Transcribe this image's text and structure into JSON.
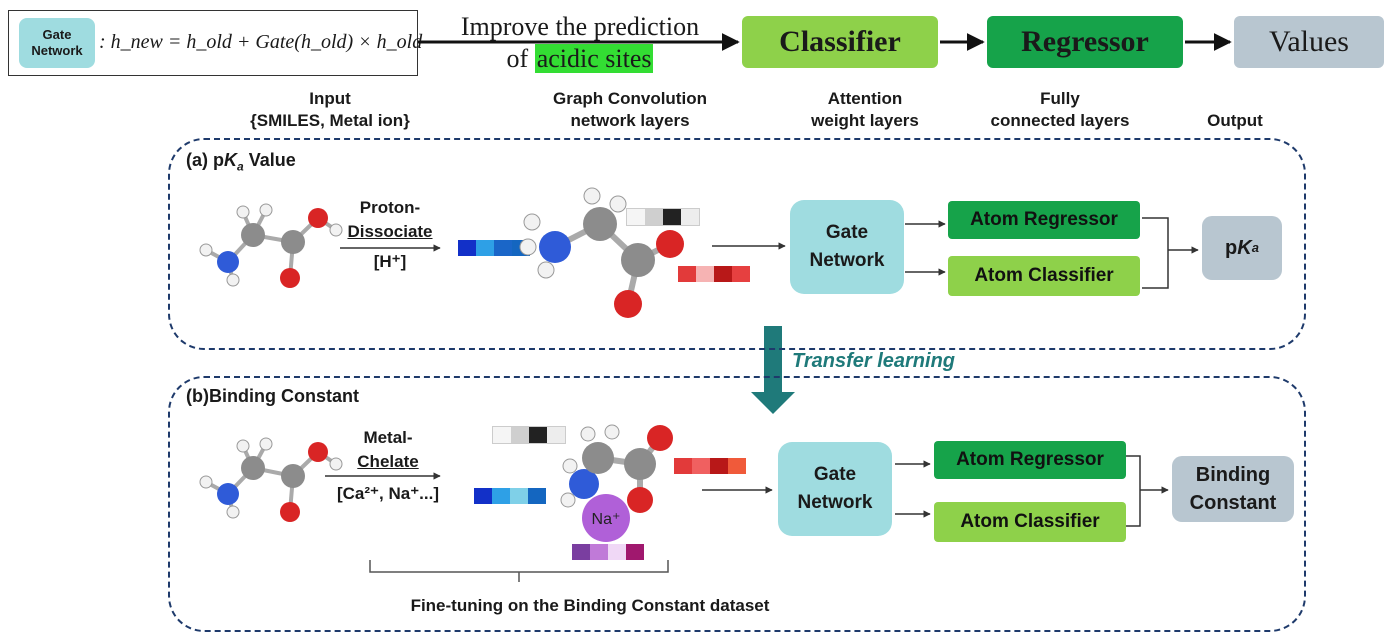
{
  "formula": {
    "gate_label": "Gate Network",
    "equation": ": h_new = h_old + Gate(h_old) × h_old"
  },
  "improve": {
    "line1": "Improve the prediction",
    "line2_prefix": "of",
    "line2_highlight": "acidic sites"
  },
  "top_flow": {
    "classifier": "Classifier",
    "regressor": "Regressor",
    "values": "Values"
  },
  "columns": {
    "input_l1": "Input",
    "input_l2": "{SMILES, Metal ion}",
    "gcn_l1": "Graph Convolution",
    "gcn_l2": "network layers",
    "att_l1": "Attention",
    "att_l2": "weight layers",
    "fc_l1": "Fully",
    "fc_l2": "connected layers",
    "output": "Output"
  },
  "panel_a": {
    "title_prefix": "(a) p",
    "title_k": "K",
    "title_sub": "a",
    "title_suffix": " Value",
    "arrow_l1": "Proton-",
    "arrow_l2": "Dissociate",
    "arrow_l3": "[H⁺]",
    "gate_l1": "Gate",
    "gate_l2": "Network",
    "regressor": "Atom Regressor",
    "classifier": "Atom Classifier",
    "output_prefix": "p",
    "output_k": "K",
    "output_sub": "a"
  },
  "transfer": "Transfer learning",
  "panel_b": {
    "title": "(b)Binding Constant",
    "arrow_l1": "Metal-",
    "arrow_l2": "Chelate",
    "arrow_l3": "[Ca²⁺, Na⁺...]",
    "gate_l1": "Gate",
    "gate_l2": "Network",
    "regressor": "Atom Regressor",
    "classifier": "Atom Classifier",
    "output_l1": "Binding",
    "output_l2": "Constant",
    "ion_label": "Na⁺",
    "fine_tuning": "Fine-tuning on the Binding Constant dataset"
  },
  "colors": {
    "gate": "#9fdce0",
    "classifier": "#8ed14a",
    "regressor": "#16a34a",
    "output": "#b8c6d0",
    "panel_border": "#1e3a6b",
    "transfer": "#1f7a7a",
    "highlight": "#33dd33"
  }
}
